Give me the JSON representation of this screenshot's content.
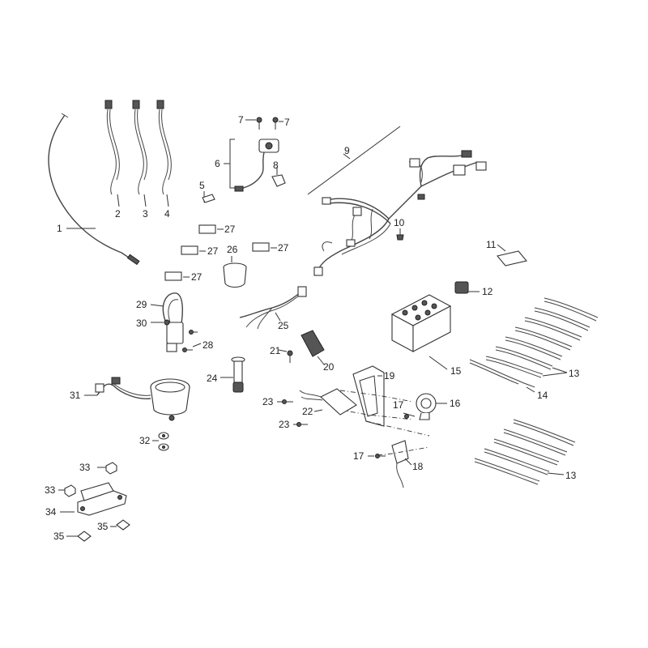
{
  "callouts": [
    "1",
    "2",
    "3",
    "4",
    "5",
    "6",
    "7",
    "8",
    "9",
    "10",
    "11",
    "12",
    "13",
    "14",
    "15",
    "16",
    "17",
    "18",
    "19",
    "20",
    "21",
    "22",
    "23",
    "24",
    "25",
    "26",
    "27",
    "28",
    "29",
    "30",
    "31",
    "32",
    "33",
    "34",
    "35"
  ]
}
